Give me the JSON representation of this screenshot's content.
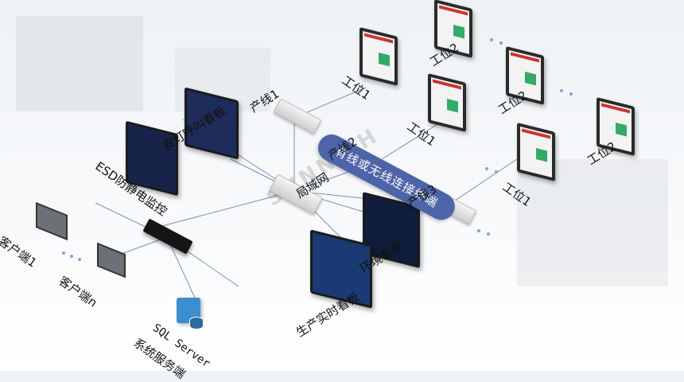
{
  "labels": {
    "line1": "产线1",
    "line2": "产线2",
    "line3": "产线3",
    "wireless": "有线或无线连接终端",
    "lan": "局域网",
    "andon": "安灯呼叫看板",
    "esd": "ESD防静电监控",
    "env": "环境看板",
    "production": "生产实时看板",
    "client1": "客户端1",
    "clientn": "客户端n",
    "sql1": "SQL Server",
    "sql2": "系统服务端",
    "station1a": "工位1",
    "station2a": "工位2",
    "station1b": "工位1",
    "station2b": "工位2",
    "station1c": "工位1",
    "station2c": "工位2"
  },
  "watermark": "SUNNITH"
}
